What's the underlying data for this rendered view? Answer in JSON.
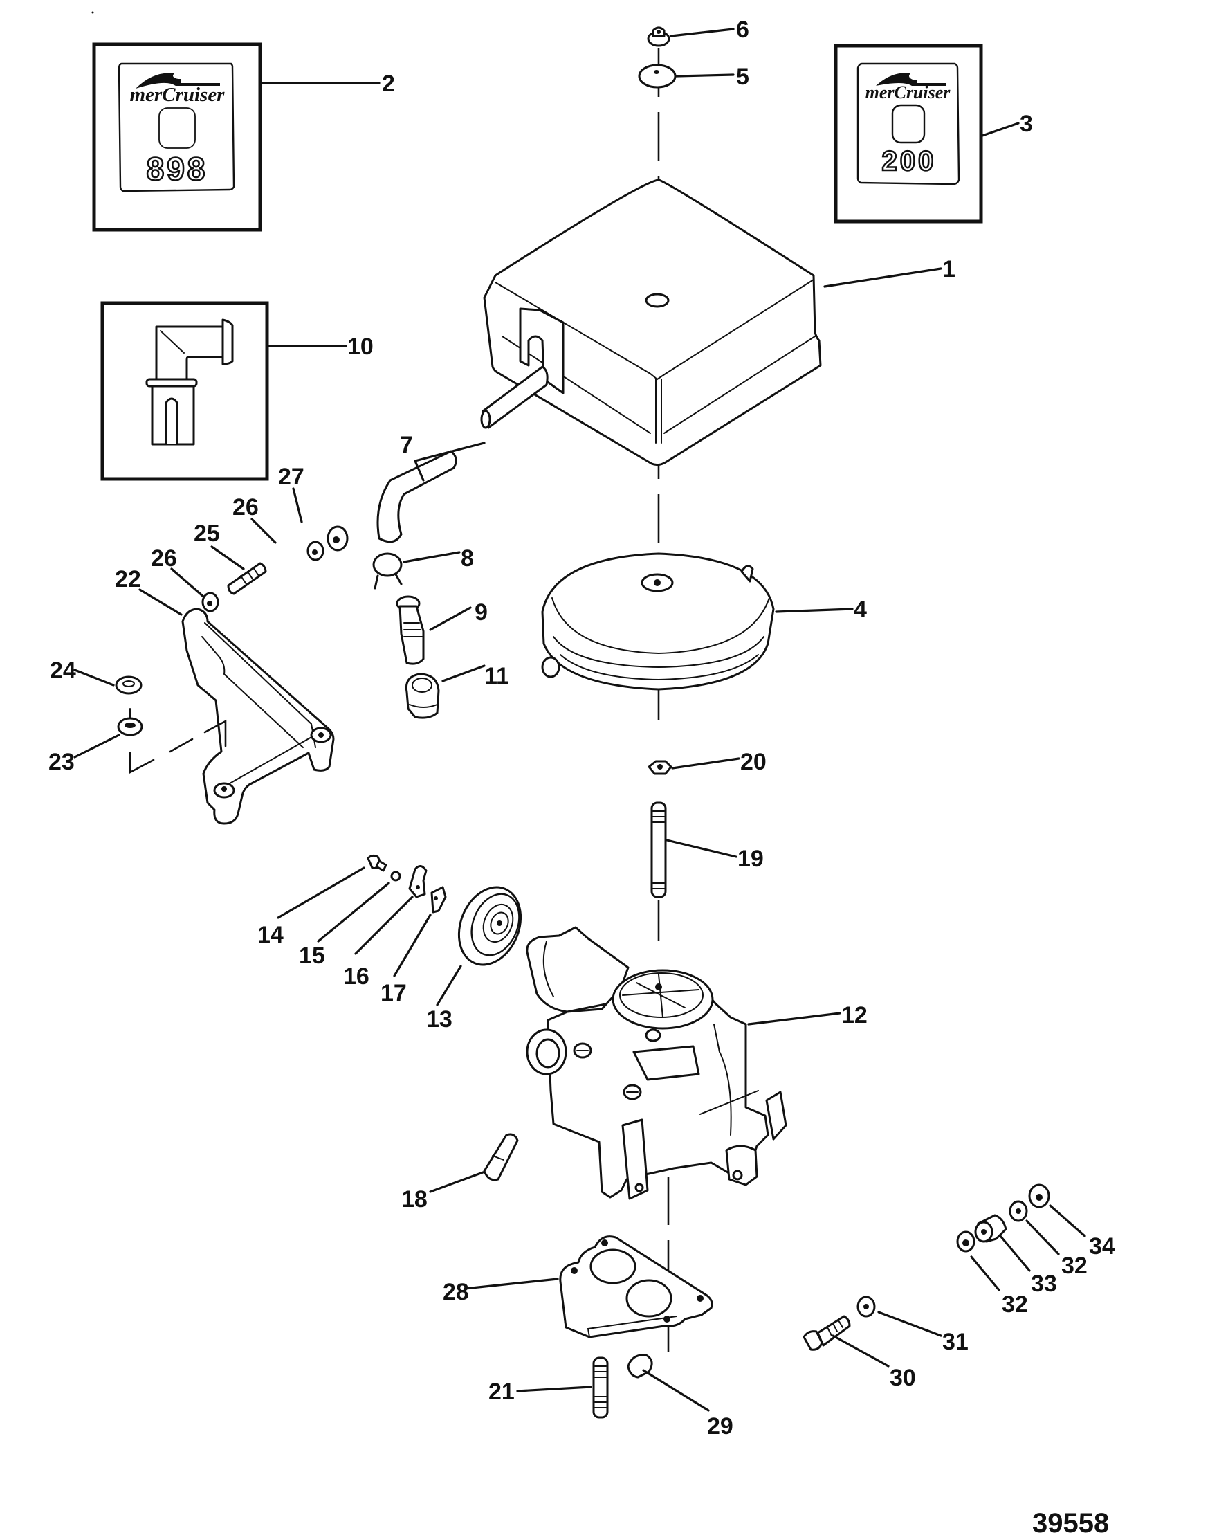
{
  "figure": {
    "number": "39558",
    "description": "MerCruiser carburetor and air cleaner exploded parts view"
  },
  "insets": {
    "decal_898": {
      "brand": "merCruiser",
      "model": "898",
      "ref": "2"
    },
    "decal_200": {
      "brand": "merCruiser",
      "model": "200",
      "ref": "3"
    },
    "elbow_fitting": {
      "ref": "10"
    }
  },
  "callouts": {
    "c1": "1",
    "c2": "2",
    "c3": "3",
    "c4": "4",
    "c5": "5",
    "c6": "6",
    "c7": "7",
    "c8": "8",
    "c9": "9",
    "c10": "10",
    "c11": "11",
    "c12": "12",
    "c13": "13",
    "c14": "14",
    "c15": "15",
    "c16": "16",
    "c17": "17",
    "c18": "18",
    "c19": "19",
    "c20": "20",
    "c21": "21",
    "c22": "22",
    "c23": "23",
    "c24": "24",
    "c25": "25",
    "c26a": "26",
    "c26b": "26",
    "c27": "27",
    "c28": "28",
    "c29": "29",
    "c30": "30",
    "c31": "31",
    "c32a": "32",
    "c32b": "32",
    "c33": "33",
    "c34": "34"
  },
  "parts": [
    {
      "ref": "1",
      "name": "air-cleaner-cover"
    },
    {
      "ref": "2",
      "name": "decal-898"
    },
    {
      "ref": "3",
      "name": "decal-200"
    },
    {
      "ref": "4",
      "name": "flame-arrestor"
    },
    {
      "ref": "5",
      "name": "washer"
    },
    {
      "ref": "6",
      "name": "wing-nut"
    },
    {
      "ref": "7",
      "name": "hoses"
    },
    {
      "ref": "8",
      "name": "hose-clamp"
    },
    {
      "ref": "9",
      "name": "pcv-valve"
    },
    {
      "ref": "10",
      "name": "elbow-fitting"
    },
    {
      "ref": "11",
      "name": "grommet"
    },
    {
      "ref": "12",
      "name": "carburetor"
    },
    {
      "ref": "13",
      "name": "choke-thermostat"
    },
    {
      "ref": "14",
      "name": "screw"
    },
    {
      "ref": "15",
      "name": "lockwasher"
    },
    {
      "ref": "16",
      "name": "clip"
    },
    {
      "ref": "17",
      "name": "bracket"
    },
    {
      "ref": "18",
      "name": "fitting"
    },
    {
      "ref": "19",
      "name": "stud-long"
    },
    {
      "ref": "20",
      "name": "nut"
    },
    {
      "ref": "21",
      "name": "stud-short"
    },
    {
      "ref": "22",
      "name": "throttle-bracket"
    },
    {
      "ref": "23",
      "name": "lockwasher"
    },
    {
      "ref": "24",
      "name": "nut"
    },
    {
      "ref": "25",
      "name": "stud"
    },
    {
      "ref": "26",
      "name": "washer"
    },
    {
      "ref": "27",
      "name": "nut"
    },
    {
      "ref": "28",
      "name": "gasket"
    },
    {
      "ref": "29",
      "name": "plug"
    },
    {
      "ref": "30",
      "name": "screw"
    },
    {
      "ref": "31",
      "name": "washer"
    },
    {
      "ref": "32",
      "name": "washer"
    },
    {
      "ref": "33",
      "name": "spacer"
    },
    {
      "ref": "34",
      "name": "nut"
    }
  ],
  "colors": {
    "ink": "#111111",
    "paper": "#ffffff"
  }
}
